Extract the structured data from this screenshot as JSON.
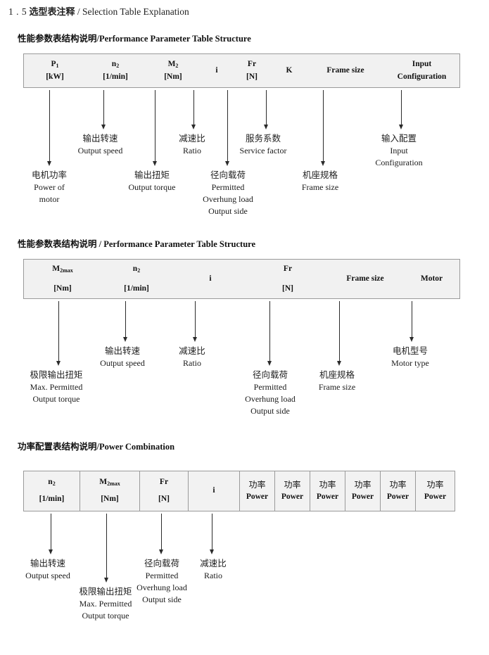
{
  "page": {
    "section_number": "1 . 5",
    "section_title_cn": "选型表注释",
    "section_separator": "/",
    "section_title_en": "Selection Table Explanation"
  },
  "sections": [
    {
      "id": "performance-parameter-table-1",
      "heading_cn": "性能参数表结构说明",
      "heading_sep": "/",
      "heading_en": "Performance Parameter Table Structure",
      "table": {
        "bordered": false,
        "columns": [
          {
            "symbol": "P",
            "sub": "1",
            "unit": "[kW]"
          },
          {
            "symbol": "n",
            "sub": "2",
            "unit": "[1/min]"
          },
          {
            "symbol": "M",
            "sub": "2",
            "unit": "[Nm]"
          },
          {
            "symbol": "i",
            "sub": "",
            "unit": ""
          },
          {
            "symbol": "Fr",
            "sub": "",
            "unit": "[N]"
          },
          {
            "symbol": "K",
            "sub": "",
            "unit": ""
          },
          {
            "symbol": "Frame size",
            "sub": "",
            "unit": ""
          },
          {
            "symbol": "Input",
            "sub": "",
            "unit": "Configuration"
          }
        ]
      },
      "annotations": [
        {
          "cn": "电机功率",
          "en": [
            "Power of",
            "motor"
          ]
        },
        {
          "cn": "输出转速",
          "en": [
            "Output speed"
          ]
        },
        {
          "cn": "输出扭矩",
          "en": [
            "Output torque"
          ]
        },
        {
          "cn": "减速比",
          "en": [
            "Ratio"
          ]
        },
        {
          "cn": "径向载荷",
          "en": [
            "Permitted",
            "Overhung load",
            "Output side"
          ]
        },
        {
          "cn": "服务系数",
          "en": [
            "Service factor"
          ]
        },
        {
          "cn": "机座规格",
          "en": [
            "Frame size"
          ]
        },
        {
          "cn": "输入配置",
          "en": [
            "Input",
            "Configuration"
          ]
        }
      ]
    },
    {
      "id": "performance-parameter-table-2",
      "heading_cn": "性能参数表结构说明",
      "heading_sep": "/",
      "heading_en": "Performance Parameter Table Structure",
      "table": {
        "bordered": false,
        "columns": [
          {
            "symbol": "M",
            "sub": "2max",
            "unit": "[Nm]"
          },
          {
            "symbol": "n",
            "sub": "2",
            "unit": "[1/min]"
          },
          {
            "symbol": "i",
            "sub": "",
            "unit": ""
          },
          {
            "symbol": "Fr",
            "sub": "",
            "unit": "[N]"
          },
          {
            "symbol": "Frame size",
            "sub": "",
            "unit": ""
          },
          {
            "symbol": "Motor",
            "sub": "",
            "unit": ""
          }
        ]
      },
      "annotations": [
        {
          "cn": "极限输出扭矩",
          "en": [
            "Max. Permitted",
            "Output  torque"
          ]
        },
        {
          "cn": "输出转速",
          "en": [
            "Output speed"
          ]
        },
        {
          "cn": "减速比",
          "en": [
            "Ratio"
          ]
        },
        {
          "cn": "径向载荷",
          "en": [
            "Permitted",
            "Overhung load",
            "Output side"
          ]
        },
        {
          "cn": "机座规格",
          "en": [
            "Frame size"
          ]
        },
        {
          "cn": "电机型号",
          "en": [
            "Motor type"
          ]
        }
      ]
    },
    {
      "id": "power-combination-table",
      "heading_cn": "功率配置表结构说明",
      "heading_sep": "/",
      "heading_en": "Power Combination",
      "table": {
        "bordered": true,
        "columns": [
          {
            "symbol": "n",
            "sub": "2",
            "unit": "[1/min]"
          },
          {
            "symbol": "M",
            "sub": "2max",
            "unit": "[Nm]"
          },
          {
            "symbol": "Fr",
            "sub": "",
            "unit": "[N]"
          },
          {
            "symbol": "i",
            "sub": "",
            "unit": ""
          },
          {
            "cn": "功率",
            "unit": "Power"
          },
          {
            "cn": "功率",
            "unit": "Power"
          },
          {
            "cn": "功率",
            "unit": "Power"
          },
          {
            "cn": "功率",
            "unit": "Power"
          },
          {
            "cn": "功率",
            "unit": "Power"
          },
          {
            "cn": "功率",
            "unit": "Power"
          }
        ]
      },
      "annotations": [
        {
          "cn": "输出转速",
          "en": [
            "Output speed"
          ]
        },
        {
          "cn": "极限输出扭矩",
          "en": [
            "Max. Permitted",
            "Output  torque"
          ]
        },
        {
          "cn": "径向载荷",
          "en": [
            "Permitted",
            "Overhung load",
            "Output side"
          ]
        },
        {
          "cn": "减速比",
          "en": [
            "Ratio"
          ]
        }
      ]
    }
  ],
  "colors": {
    "table_fill": "#f1f1f1",
    "table_border": "#9a9a9a",
    "arrow": "#2b2b2b",
    "text": "#1a1a1a"
  }
}
